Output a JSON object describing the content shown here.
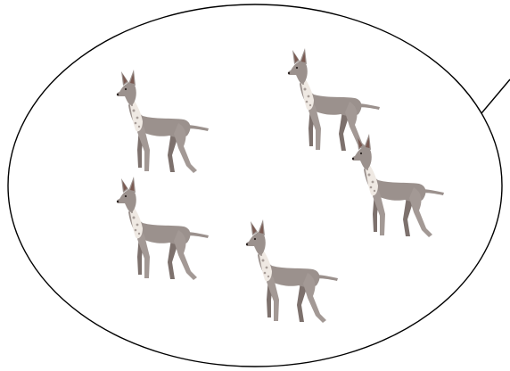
{
  "figure": {
    "dogs": [
      {
        "id": "dog-1",
        "icon": "dog-icon",
        "count_index": 1
      },
      {
        "id": "dog-2",
        "icon": "dog-icon",
        "count_index": 2
      },
      {
        "id": "dog-3",
        "icon": "dog-icon",
        "count_index": 3
      },
      {
        "id": "dog-4",
        "icon": "dog-icon",
        "count_index": 4
      },
      {
        "id": "dog-5",
        "icon": "dog-icon",
        "count_index": 5
      }
    ],
    "dog_count": 5,
    "colors": {
      "outline": "#000000",
      "background": "#ffffff",
      "body": "#9b918d",
      "body_shadow": "#7d716d",
      "ear_inner": "#7a5a52",
      "chest": "#efe9e3",
      "spots": "#a89e99",
      "eye": "#2b2422"
    }
  }
}
